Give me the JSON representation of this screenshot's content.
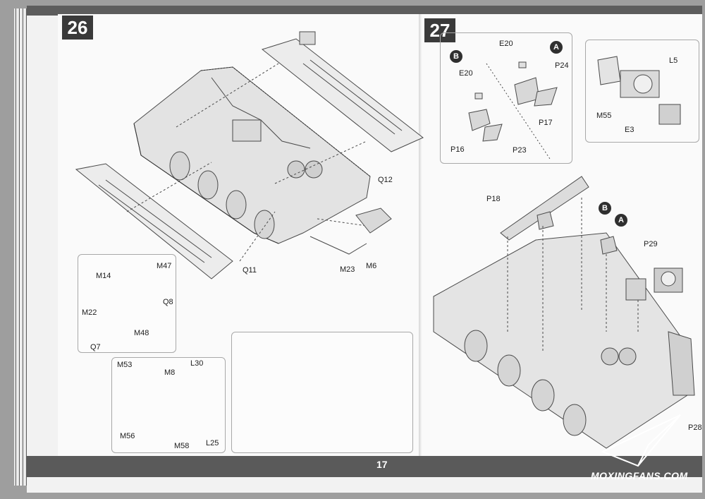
{
  "page_number": "17",
  "watermark": "MOXINGFANS.COM",
  "steps": {
    "step26": {
      "number": "26",
      "main_labels": [
        "Q12",
        "Q11",
        "M23",
        "M6"
      ],
      "inset1_labels": [
        "M14",
        "M47",
        "M22",
        "Q8",
        "M48",
        "Q7"
      ],
      "inset2_labels": [
        "M53",
        "M8",
        "L30",
        "M56",
        "M58",
        "L25"
      ]
    },
    "step27": {
      "number": "27",
      "inset_b_labels": [
        "E20",
        "P16",
        "P23"
      ],
      "inset_a_labels": [
        "E20",
        "P24",
        "P17"
      ],
      "inset_c_labels": [
        "L5",
        "M55",
        "E3"
      ],
      "main_labels": [
        "P18",
        "P29",
        "P28"
      ],
      "markers": [
        "A",
        "B"
      ]
    }
  }
}
